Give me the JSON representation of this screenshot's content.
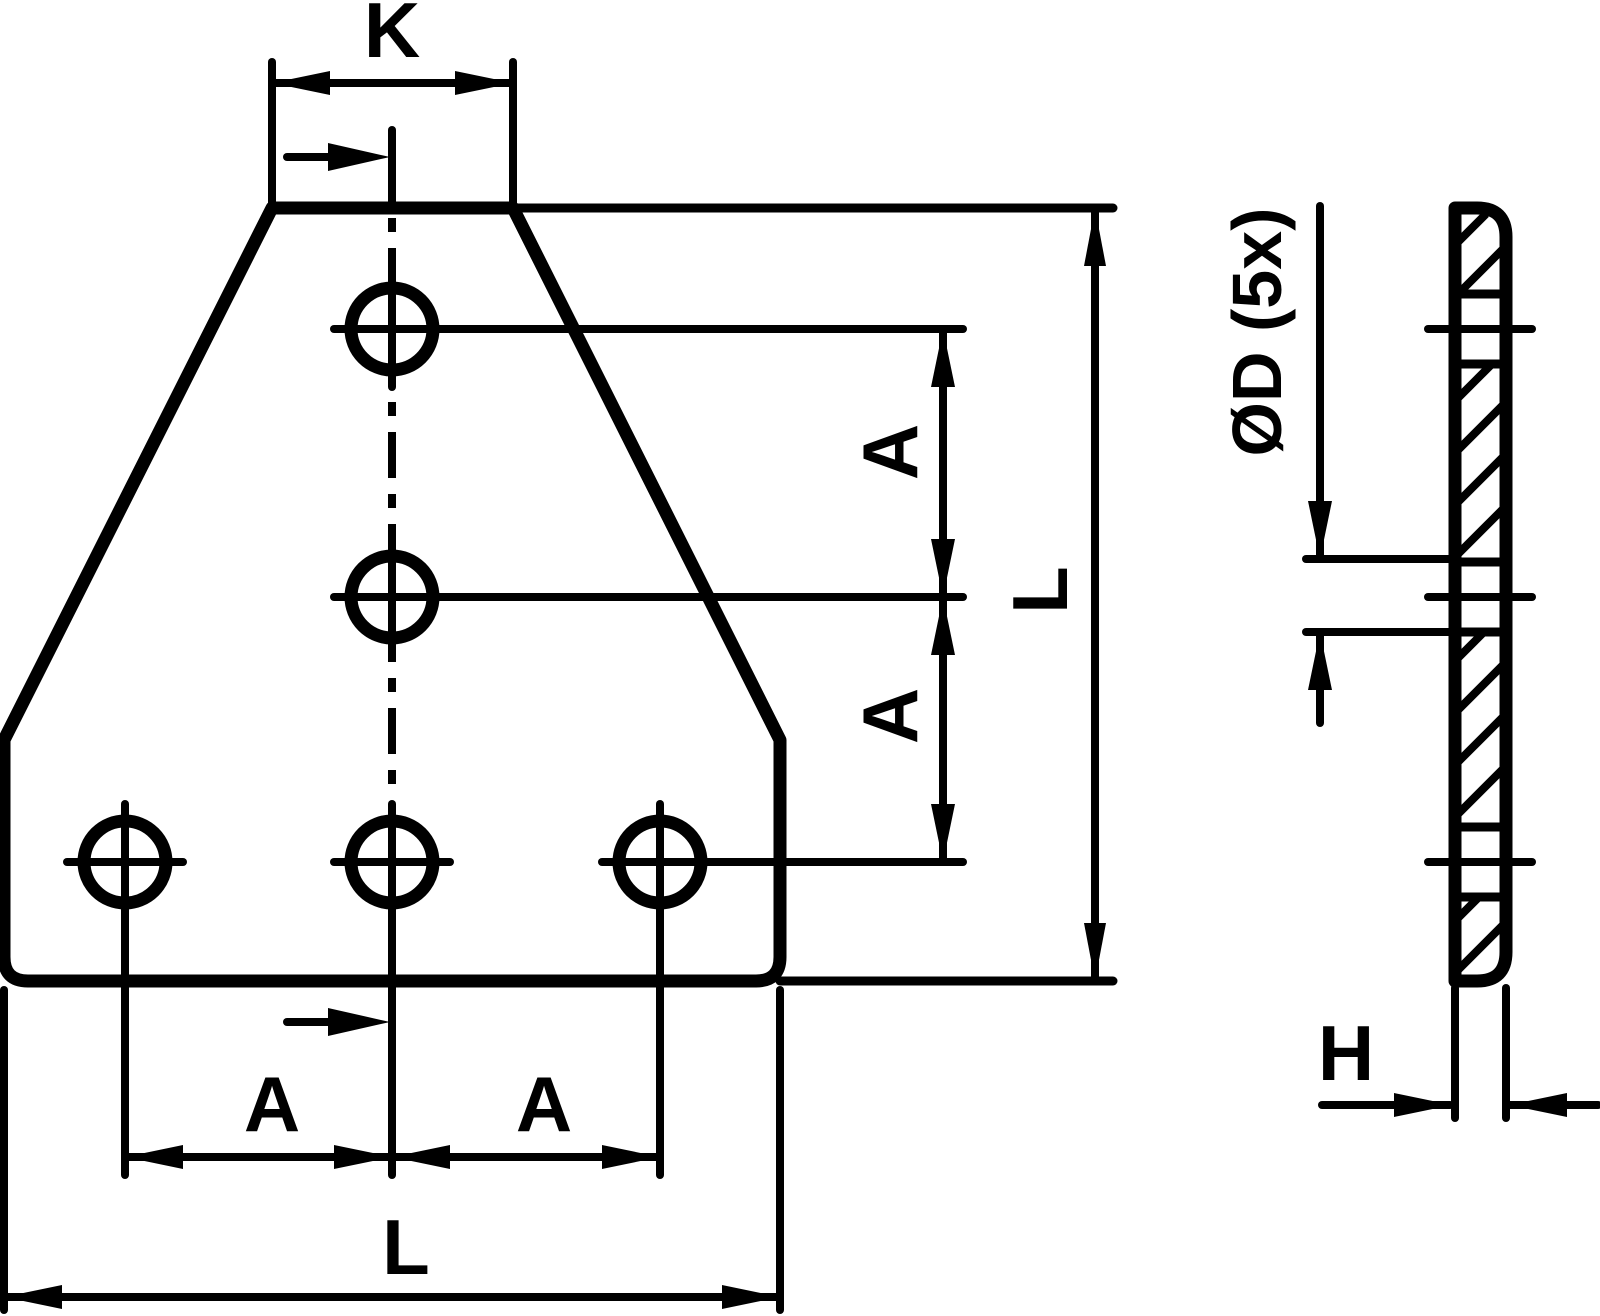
{
  "drawing": {
    "type": "technical-dimension-drawing",
    "colors": {
      "ink": "#000000",
      "background": "#ffffff"
    },
    "views": {
      "front": "t-connector-plate-front-view",
      "side": "t-connector-plate-section-view"
    },
    "hole_count": 5,
    "annotations": {
      "top_width": "K",
      "upper_hole_pitch": "A",
      "lower_hole_pitch": "A",
      "overall_height": "L",
      "left_hole_pitch": "A",
      "right_hole_pitch": "A",
      "overall_width": "L",
      "hole_diameter": "ØD (5x)",
      "thickness": "H"
    }
  }
}
